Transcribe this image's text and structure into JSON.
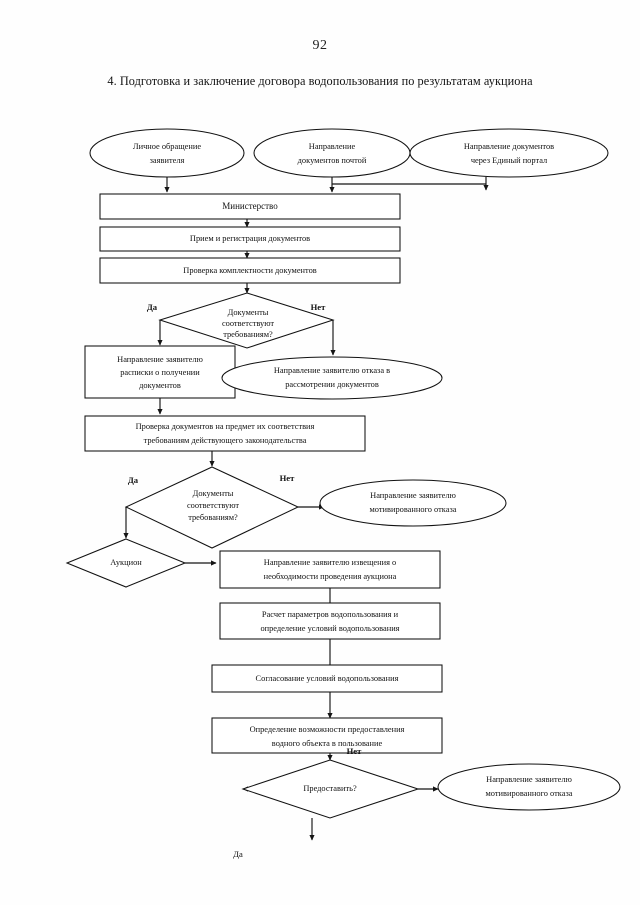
{
  "document": {
    "page_number": "92",
    "title": "4. Подготовка и заключение договора водопользования по результатам аукциона"
  },
  "flowchart": {
    "type": "flowchart",
    "orientation": "top-to-bottom",
    "nodes": {
      "start_personal": {
        "shape": "ellipse",
        "line1": "Личное обращение",
        "line2": "заявителя"
      },
      "start_mail": {
        "shape": "ellipse",
        "line1": "Направление",
        "line2": "документов почтой"
      },
      "start_portal": {
        "shape": "ellipse",
        "line1": "Направление документов",
        "line2": "через Единый портал"
      },
      "ministry": {
        "shape": "rectangle",
        "line1": "Министерство"
      },
      "receive_register": {
        "shape": "rectangle",
        "line1": "Прием и регистрация документов"
      },
      "check_completeness": {
        "shape": "rectangle",
        "line1": "Проверка комплектности документов"
      },
      "decision_docs_1": {
        "shape": "diamond",
        "line1": "Документы",
        "line2": "соответствуют",
        "line3": "требованиям?"
      },
      "send_receipt": {
        "shape": "rectangle",
        "line1": "Направление заявителю",
        "line2": "расписки о получении",
        "line3": "документов"
      },
      "refusal_review": {
        "shape": "ellipse",
        "line1": "Направление заявителю отказа в",
        "line2": "рассмотрении документов"
      },
      "check_compliance": {
        "shape": "rectangle",
        "line1": "Проверка документов на предмет их соответствия",
        "line2": "требованиям действующего законодательства"
      },
      "decision_docs_2": {
        "shape": "diamond",
        "line1": "Документы",
        "line2": "соответствуют",
        "line3": "требованиям?"
      },
      "motivated_refusal_1": {
        "shape": "ellipse",
        "line1": "Направление заявителю",
        "line2": "мотивированного отказа"
      },
      "auction": {
        "shape": "diamond",
        "line1": "Аукцион"
      },
      "notice_auction": {
        "shape": "rectangle",
        "line1": "Направление заявителю извещения о",
        "line2": "необходимости проведения аукциона"
      },
      "calc_params": {
        "shape": "rectangle",
        "line1": "Расчет параметров водопользования и",
        "line2": "определение условий водопользования"
      },
      "approve_conditions": {
        "shape": "rectangle",
        "line1": "Согласование условий водопользования"
      },
      "determine_possibility": {
        "shape": "rectangle",
        "line1": "Определение возможности предоставления",
        "line2": "водного объекта в пользование"
      },
      "decision_provide": {
        "shape": "diamond",
        "line1": "Предоставить?"
      },
      "motivated_refusal_2": {
        "shape": "ellipse",
        "line1": "Направление заявителю",
        "line2": "мотивированного отказа"
      }
    },
    "branch_labels": {
      "yes_1": "Да",
      "no_1": "Нет",
      "yes_2": "Да",
      "no_2": "Нет",
      "no_3": "Нет",
      "yes_3": "Да"
    },
    "colors": {
      "stroke": "#111111",
      "fill": "#ffffff",
      "text": "#111111",
      "background": "#ffffff"
    }
  }
}
